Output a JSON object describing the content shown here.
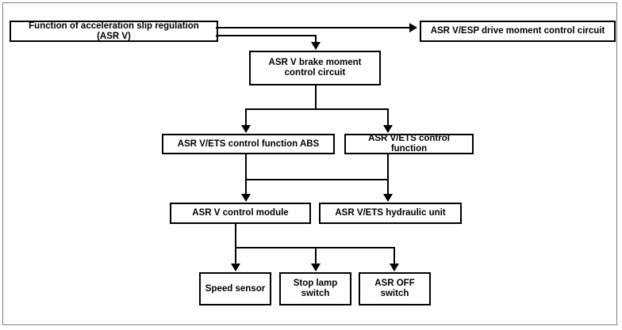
{
  "diagram": {
    "title": "ASR V system block diagram",
    "background_color": "#ffffff",
    "line_color": "#000000",
    "frame_color": "#7f7f7f",
    "nodes": {
      "root": {
        "label": "Function of acceleration slip regulation\n(ASR V)"
      },
      "esp_drive_moment": {
        "label": "ASR V/ESP drive moment control circuit"
      },
      "brake_moment": {
        "label": "ASR V brake moment\ncontrol circuit"
      },
      "ets_control_function_abs": {
        "label": "ASR V/ETS control function ABS"
      },
      "ets_control_function": {
        "label": "ASR V/ETS control function"
      },
      "control_module": {
        "label": "ASR V control module"
      },
      "hydraulic_unit": {
        "label": "ASR V/ETS hydraulic unit"
      },
      "speed_sensor": {
        "label": "Speed sensor"
      },
      "stop_lamp_switch": {
        "label": "Stop lamp\nswitch"
      },
      "asr_off_switch": {
        "label": "ASR OFF\nswitch"
      }
    },
    "edges": [
      {
        "from": "root",
        "to": "esp_drive_moment",
        "arrow": "right"
      },
      {
        "from": "root",
        "to": "brake_moment",
        "arrow": "down"
      },
      {
        "from": "brake_moment",
        "to": "ets_control_function_abs",
        "arrow": "down"
      },
      {
        "from": "brake_moment",
        "to": "ets_control_function",
        "arrow": "down"
      },
      {
        "from": "ets_control_function_abs",
        "to": "control_module",
        "arrow": "down"
      },
      {
        "from": "ets_control_function",
        "to": "hydraulic_unit",
        "arrow": "down"
      },
      {
        "from": "control_module",
        "to": "speed_sensor",
        "arrow": "down"
      },
      {
        "from": "control_module",
        "to": "stop_lamp_switch",
        "arrow": "down"
      },
      {
        "from": "control_module",
        "to": "asr_off_switch",
        "arrow": "down"
      }
    ]
  }
}
